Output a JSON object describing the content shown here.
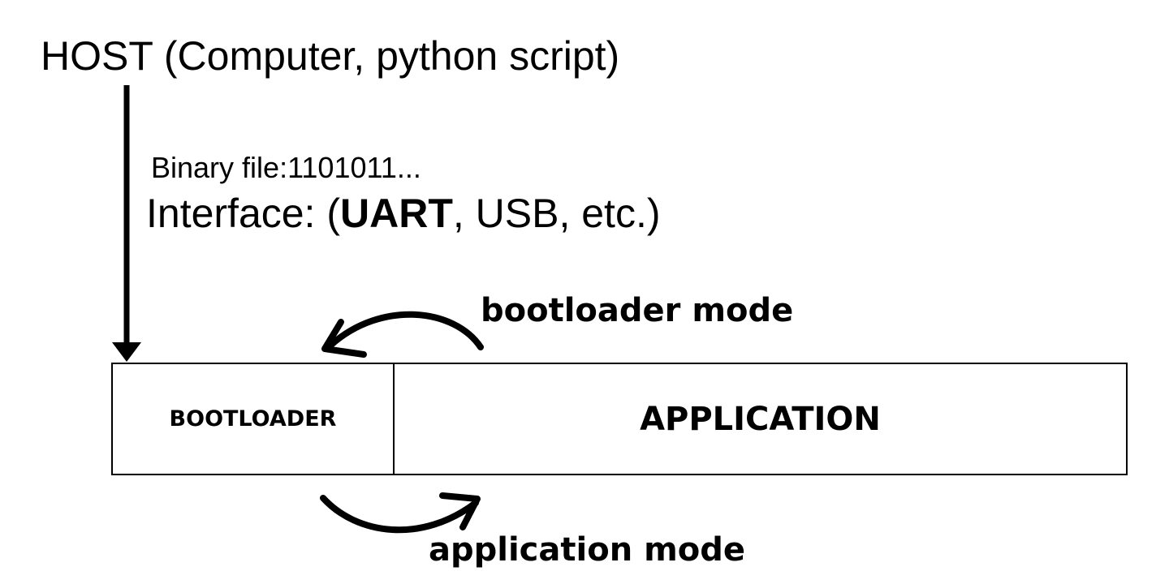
{
  "diagram": {
    "host_label": "HOST (Computer, python script)",
    "binary_label": "Binary file:1101011...",
    "interface": {
      "prefix": "Interface: (",
      "bold": "UART",
      "suffix": ", USB, etc.)"
    },
    "bootloader_label": "BOOTLOADER",
    "application_label": "APPLICATION",
    "bootloader_mode_label": "bootloader mode",
    "application_mode_label": "application mode"
  }
}
